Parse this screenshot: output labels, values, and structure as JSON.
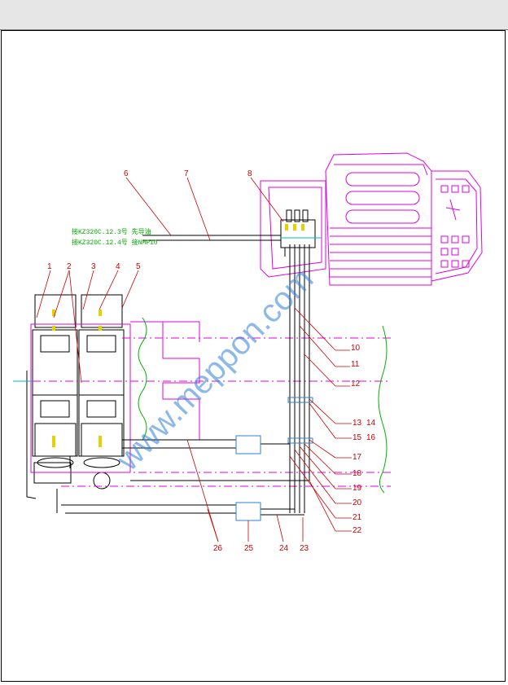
{
  "watermark": "www.meppon.com",
  "side_labels": {
    "line1": "接KZ320C.12.3号 先导油",
    "line2": "接KZ320C.12.4号 接NMP10"
  },
  "callouts": [
    "1",
    "2",
    "3",
    "4",
    "5",
    "6",
    "7",
    "8",
    "10",
    "11",
    "12",
    "13",
    "14",
    "15",
    "16",
    "17",
    "18",
    "19",
    "20",
    "21",
    "22",
    "23",
    "24",
    "25",
    "26"
  ],
  "colors": {
    "magenta": "#e000e0",
    "green": "#00b000",
    "red": "#cc0000",
    "cyan": "#00b8c8",
    "black": "#000000",
    "yellow": "#e8d000",
    "blue": "#2f7fd8"
  }
}
